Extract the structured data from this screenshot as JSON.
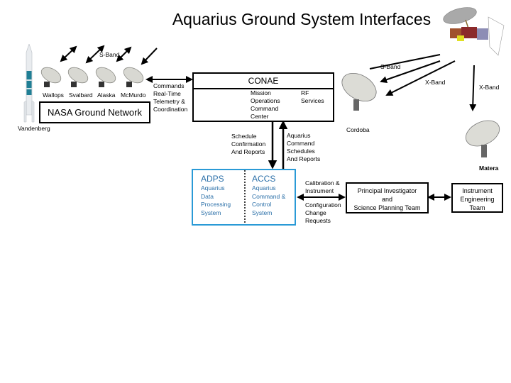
{
  "title": "Aquarius Ground System Interfaces",
  "links": {
    "s_band_ngn": "S-Band",
    "s_band_cordoba": "S-Band",
    "x_band_cordoba": "X-Band",
    "x_band_matera": "X-Band",
    "ngn_conae": [
      "Commands",
      "Real-Time",
      "Telemetry &",
      "Coordination"
    ],
    "conae_to_accs": [
      "Schedule",
      "Confirmation",
      "And Reports"
    ],
    "accs_to_conae": [
      "Aquarius",
      "Command",
      "Schedules",
      "And Reports"
    ],
    "accs_pi": [
      "Calibration &",
      "Instrument",
      "",
      "Configuration",
      "Change",
      "Requests"
    ]
  },
  "stations": {
    "launch_site": "Vandenberg",
    "ngn": [
      "Wallops",
      "Svalbard",
      "Alaska",
      "McMurdo"
    ],
    "cordoba": "Cordoba",
    "matera": "Matera"
  },
  "ngn_box": "NASA Ground Network",
  "conae": {
    "title": "CONAE",
    "moc": [
      "Mission",
      "Operations",
      "Command",
      "Center"
    ],
    "rf": [
      "RF",
      "Services"
    ]
  },
  "adps": {
    "title": "ADPS",
    "lines": [
      "Aquarius",
      "Data",
      "Processing",
      "System"
    ]
  },
  "accs": {
    "title": "ACCS",
    "lines": [
      "Aquarius",
      "Command &",
      "Control",
      "System"
    ]
  },
  "pi_box": [
    "Principal Investigator",
    "and",
    "Science Planning Team"
  ],
  "iet_box": [
    "Instrument",
    "Engineering",
    "Team"
  ],
  "colors": {
    "accent_blue": "#2a9ad6",
    "blue_text": "#2a6fa8"
  }
}
